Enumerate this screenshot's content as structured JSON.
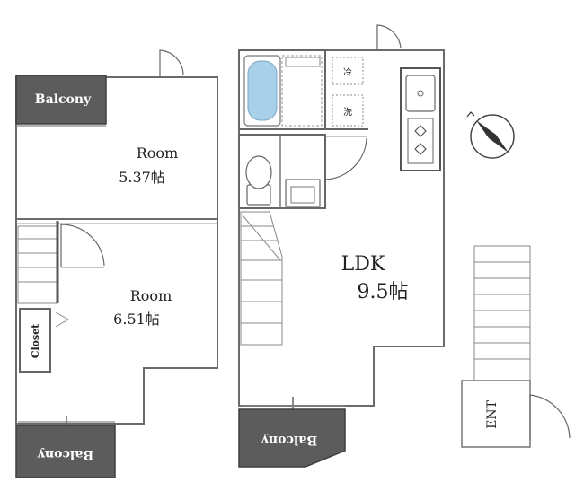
{
  "upper_floor": {
    "balcony_label": "Balcony",
    "room_upper": {
      "name": "Room",
      "size": "5.37帖"
    },
    "room_lower": {
      "name": "Room",
      "size": "6.51帖"
    },
    "closet_label": "Closet",
    "balcony_bottom_label": "Balcony"
  },
  "lower_floor": {
    "ldk_label": "LDK",
    "ldk_size": "9.5帖",
    "balcony_label": "Balcony",
    "appliance_labels": [
      "冷",
      "洗"
    ]
  },
  "entrance": {
    "label": "ENT"
  },
  "colors": {
    "balcony_fill": "#5c5c5c",
    "wall": "#6b6b6b",
    "bath": "#a9cfe9"
  },
  "icons": [
    "compass-north-icon",
    "door-swing-icon",
    "stove-burner-icon",
    "toilet-icon",
    "sink-icon",
    "bathtub-icon"
  ]
}
